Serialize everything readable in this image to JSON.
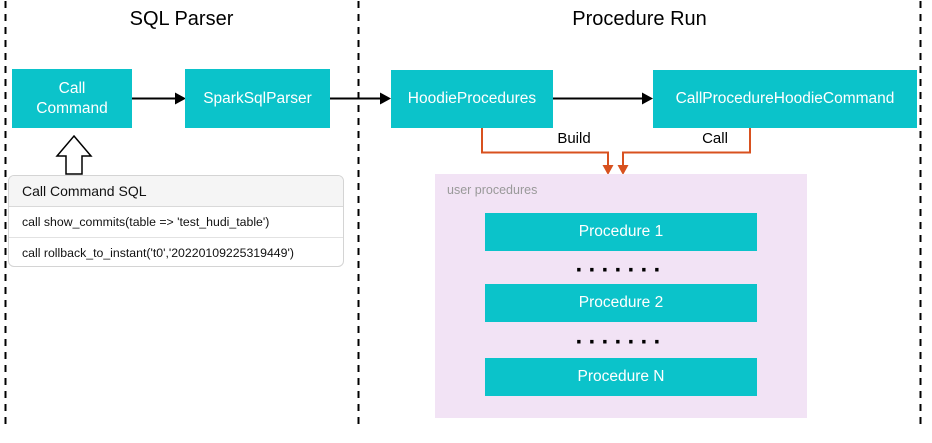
{
  "sections": {
    "sql_parser_title": "SQL Parser",
    "procedure_run_title": "Procedure Run"
  },
  "nodes": {
    "call_command": "Call Command",
    "spark_sql_parser": "SparkSqlParser",
    "hoodie_procedures": "HoodieProcedures",
    "call_procedure_hoodie_command": "CallProcedureHoodieCommand"
  },
  "edge_labels": {
    "build": "Build",
    "call": "Call"
  },
  "sql_panel": {
    "header": "Call Command SQL",
    "rows": [
      "call show_commits(table => 'test_hudi_table')",
      "call rollback_to_instant('t0','20220109225319449')"
    ]
  },
  "procedures_panel": {
    "label": "user procedures",
    "items": [
      "Procedure 1",
      "Procedure 2",
      "Procedure N"
    ],
    "ellipsis": "·······"
  },
  "colors": {
    "node_fill": "#0bc3ca",
    "connector_orange": "#d8511f",
    "panel_purple": "#f2e3f5",
    "muted_text": "#999999"
  }
}
